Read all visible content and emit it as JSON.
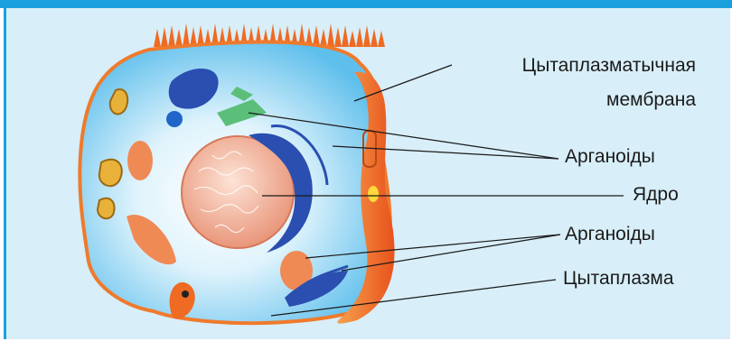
{
  "labels": {
    "membrane_line1": "Цытаплазматычная",
    "membrane_line2": "мембрана",
    "organelles_top": "Арганоіды",
    "nucleus": "Ядро",
    "organelles_bottom": "Арганоіды",
    "cytoplasm": "Цытаплазма"
  },
  "colors": {
    "frame_bar": "#1aa0dc",
    "background": "#d8eef8",
    "membrane": "#f07a2a",
    "cytoplasm": "#7ccbf0",
    "nucleus": "#f2b9a2",
    "endoplasmic_reticulum": "#2a4fb0",
    "golgi": "#5bbf7a",
    "mitochondria": "#f08a55"
  }
}
